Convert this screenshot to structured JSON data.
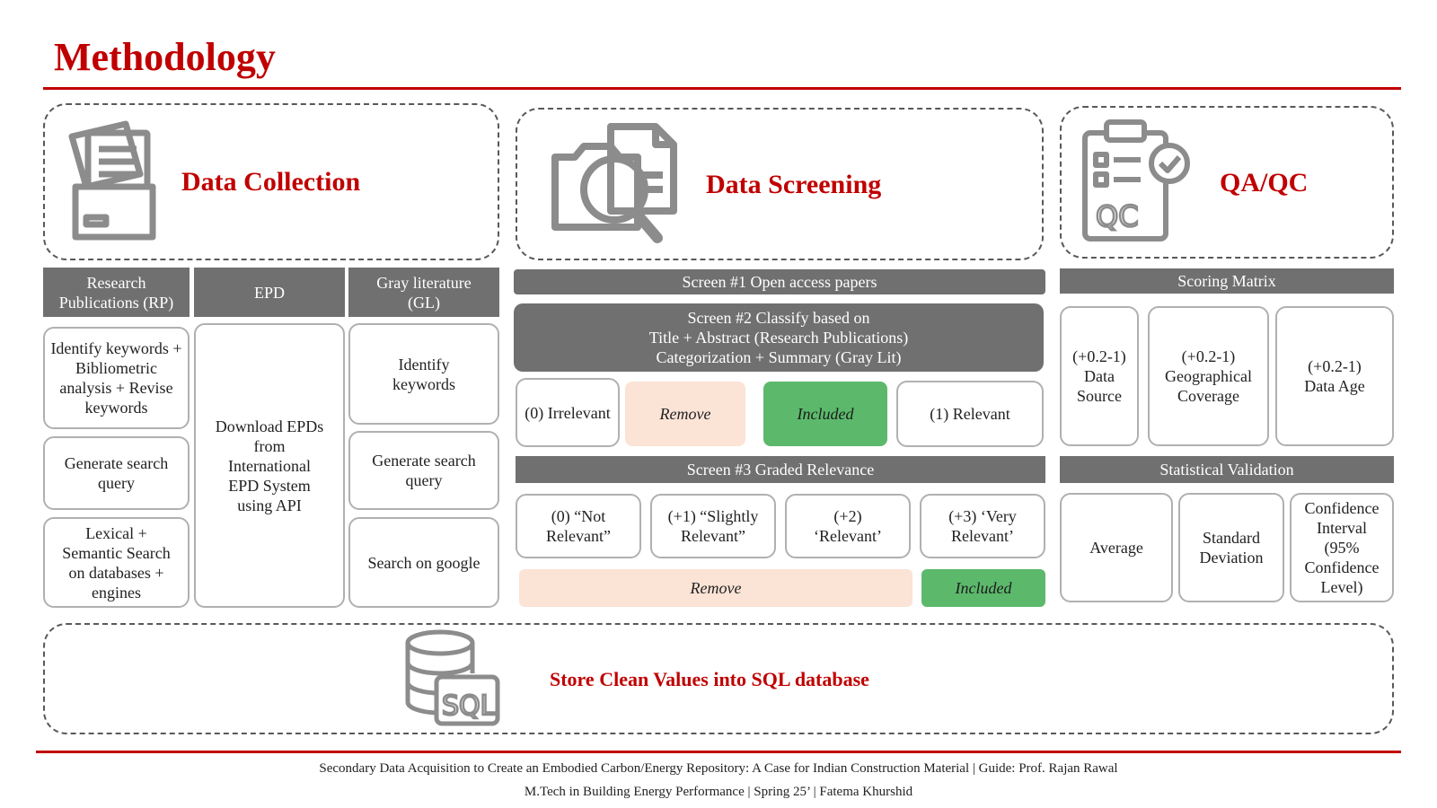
{
  "title": "Methodology",
  "sections": {
    "collection": "Data Collection",
    "screening": "Data Screening",
    "qaqc": "QA/QC",
    "store": "Store Clean Values into SQL database"
  },
  "collection": {
    "col_rp": "Research Publications (RP)",
    "col_epd": "EPD",
    "col_gl": "Gray literature (GL)",
    "rp1": "Identify keywords + Bibliometric analysis + Revise keywords",
    "rp2": "Generate search query",
    "rp3": "Lexical + Semantic Search on databases + engines",
    "epd1": "Download EPDs from International EPD System using API",
    "gl1": "Identify keywords",
    "gl2": "Generate search query",
    "gl3": "Search on google"
  },
  "screening": {
    "screen1": "Screen #1 Open access papers",
    "screen2_l1": "Screen #2 Classify based on",
    "screen2_l2": "Title + Abstract (Research Publications)",
    "screen2_l3": "Categorization + Summary (Gray Lit)",
    "irrelevant": "(0) Irrelevant",
    "remove": "Remove",
    "included": "Included",
    "relevant": "(1) Relevant",
    "screen3": "Screen #3 Graded Relevance",
    "g0": "(0) “Not Relevant”",
    "g1": "(+1) “Slightly Relevant”",
    "g2": "(+2) ‘Relevant’",
    "g3": "(+3) ‘Very Relevant’",
    "remove2": "Remove",
    "included2": "Included"
  },
  "qaqc": {
    "scoring": "Scoring Matrix",
    "s1": "(+0.2-1) Data Source",
    "s2": "(+0.2-1) Geographical Coverage",
    "s3": "(+0.2-1) Data Age",
    "statval": "Statistical Validation",
    "v1": "Average",
    "v2": "Standard Deviation",
    "v3": "Confidence Interval (95% Confidence Level)",
    "qc_icon_text": "QC"
  },
  "store_icon_text": "SQL",
  "footer": {
    "line1": "Secondary Data Acquisition to Create an Embodied Carbon/Energy Repository: A Case for Indian Construction Material | Guide: Prof. Rajan Rawal",
    "line2": "M.Tech in Building Energy Performance | Spring 25’ | Fatema Khurshid"
  },
  "colors": {
    "accent": "#c00000",
    "bar": "#707070",
    "remove": "#fbe3d6",
    "included": "#5cb96b"
  }
}
